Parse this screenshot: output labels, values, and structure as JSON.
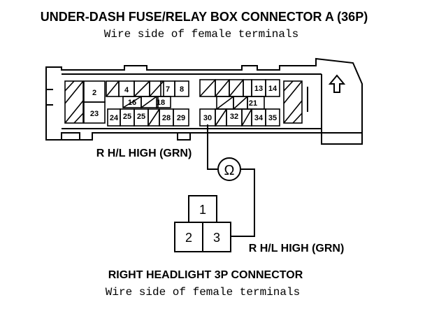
{
  "header": {
    "title": "UNDER-DASH FUSE/RELAY BOX CONNECTOR A (36P)",
    "subtitle": "Wire side of female terminals"
  },
  "connector_a": {
    "pins": [
      {
        "id": "p2",
        "label": "2"
      },
      {
        "id": "p23",
        "label": "23"
      },
      {
        "id": "p4",
        "label": "4"
      },
      {
        "id": "p7",
        "label": "7"
      },
      {
        "id": "p8",
        "label": "8"
      },
      {
        "id": "p16",
        "label": "16"
      },
      {
        "id": "p18",
        "label": "18"
      },
      {
        "id": "p24",
        "label": "24"
      },
      {
        "id": "p25a",
        "label": "25"
      },
      {
        "id": "p25b",
        "label": "25"
      },
      {
        "id": "p28",
        "label": "28"
      },
      {
        "id": "p29",
        "label": "29"
      },
      {
        "id": "p13",
        "label": "13"
      },
      {
        "id": "p14",
        "label": "14"
      },
      {
        "id": "p21",
        "label": "21"
      },
      {
        "id": "p30",
        "label": "30"
      },
      {
        "id": "p32",
        "label": "32"
      },
      {
        "id": "p34",
        "label": "34"
      },
      {
        "id": "p35",
        "label": "35"
      }
    ],
    "arrow_icon": "up-arrow-icon"
  },
  "wire_top_label": "R H/L HIGH (GRN)",
  "ohmmeter_symbol": "Ω",
  "headlight_connector": {
    "pins": [
      {
        "id": "h1",
        "label": "1"
      },
      {
        "id": "h2",
        "label": "2"
      },
      {
        "id": "h3",
        "label": "3"
      }
    ]
  },
  "wire_bottom_label": "R H/L HIGH (GRN)",
  "footer": {
    "title": "RIGHT HEADLIGHT 3P CONNECTOR",
    "subtitle": "Wire side of female terminals"
  }
}
